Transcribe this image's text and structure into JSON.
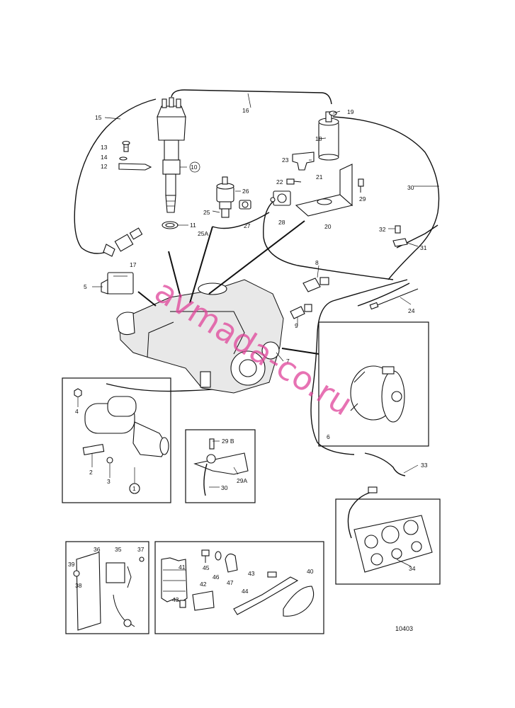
{
  "diagram": {
    "figure_number": "10403",
    "watermark": "avmada-co.ru",
    "callouts": [
      {
        "id": "c1",
        "text": "1"
      },
      {
        "id": "c2",
        "text": "2"
      },
      {
        "id": "c3",
        "text": "3"
      },
      {
        "id": "c4",
        "text": "4"
      },
      {
        "id": "c5",
        "text": "5"
      },
      {
        "id": "c6",
        "text": "6"
      },
      {
        "id": "c7",
        "text": "7"
      },
      {
        "id": "c8",
        "text": "8"
      },
      {
        "id": "c9",
        "text": "9"
      },
      {
        "id": "c10",
        "text": "10"
      },
      {
        "id": "c11",
        "text": "11"
      },
      {
        "id": "c12",
        "text": "12"
      },
      {
        "id": "c13",
        "text": "13"
      },
      {
        "id": "c14",
        "text": "14"
      },
      {
        "id": "c15",
        "text": "15"
      },
      {
        "id": "c16",
        "text": "16"
      },
      {
        "id": "c17",
        "text": "17"
      },
      {
        "id": "c18",
        "text": "18"
      },
      {
        "id": "c19",
        "text": "19"
      },
      {
        "id": "c20",
        "text": "20"
      },
      {
        "id": "c21",
        "text": "21"
      },
      {
        "id": "c22",
        "text": "22"
      },
      {
        "id": "c23",
        "text": "23"
      },
      {
        "id": "c24",
        "text": "24"
      },
      {
        "id": "c25",
        "text": "25"
      },
      {
        "id": "c25a",
        "text": "25A"
      },
      {
        "id": "c26",
        "text": "26"
      },
      {
        "id": "c27",
        "text": "27"
      },
      {
        "id": "c28",
        "text": "28"
      },
      {
        "id": "c29",
        "text": "29"
      },
      {
        "id": "c29b",
        "text": "29 B"
      },
      {
        "id": "c29a",
        "text": "29A"
      },
      {
        "id": "c30",
        "text": "30"
      },
      {
        "id": "c30b",
        "text": "30"
      },
      {
        "id": "c31",
        "text": "31"
      },
      {
        "id": "c32",
        "text": "32"
      },
      {
        "id": "c33",
        "text": "33"
      },
      {
        "id": "c34",
        "text": "34"
      },
      {
        "id": "c35",
        "text": "35"
      },
      {
        "id": "c36",
        "text": "36"
      },
      {
        "id": "c37",
        "text": "37"
      },
      {
        "id": "c38",
        "text": "38"
      },
      {
        "id": "c39",
        "text": "39"
      },
      {
        "id": "c40",
        "text": "40"
      },
      {
        "id": "c41",
        "text": "41"
      },
      {
        "id": "c42",
        "text": "42"
      },
      {
        "id": "c43",
        "text": "43"
      },
      {
        "id": "c43b",
        "text": "43"
      },
      {
        "id": "c44",
        "text": "44"
      },
      {
        "id": "c45",
        "text": "45"
      },
      {
        "id": "c46",
        "text": "46"
      },
      {
        "id": "c47",
        "text": "47"
      }
    ]
  }
}
